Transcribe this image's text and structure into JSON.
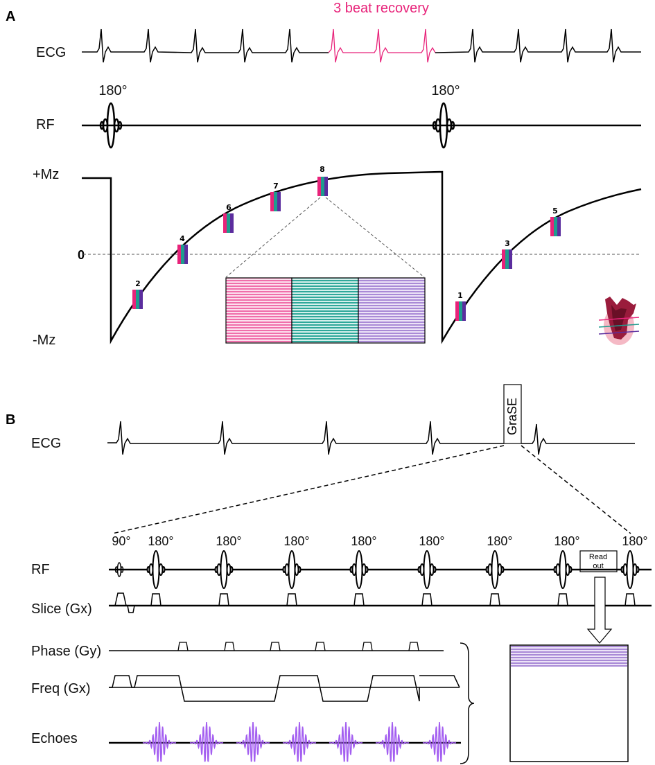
{
  "panel_a": {
    "label": "A",
    "recovery_label": "3 beat recovery",
    "ecg_label": "ECG",
    "rf_label": "RF",
    "flip_angle_1": "180°",
    "flip_angle_2": "180°",
    "mz_pos_label": "+Mz",
    "zero_label": "0",
    "mz_neg_label": "-Mz",
    "acquisitions": [
      {
        "label": "2"
      },
      {
        "label": "4"
      },
      {
        "label": "6"
      },
      {
        "label": "7"
      },
      {
        "label": "8"
      },
      {
        "label": "1"
      },
      {
        "label": "3"
      },
      {
        "label": "5"
      }
    ]
  },
  "panel_b": {
    "label": "B",
    "ecg_label": "ECG",
    "grase_label": "GraSE",
    "excitation_angle": "90°",
    "refocus_angles": [
      "180°",
      "180°",
      "180°",
      "180°",
      "180°",
      "180°",
      "180°",
      "180°"
    ],
    "readout_label_line1": "Read",
    "readout_label_line2": "out",
    "rf_label": "RF",
    "slice_label": "Slice (Gx)",
    "phase_label": "Phase (Gy)",
    "freq_label": "Freq (Gx)",
    "echoes_label": "Echoes"
  },
  "colors": {
    "recovery": "#e8237a",
    "segment_pink": "#e8237a",
    "segment_teal": "#1f9c8e",
    "segment_purple": "#5b2d9e",
    "echo": "#a35ef0",
    "kspace_pink": "#f06eaa",
    "kspace_teal": "#2fa89a",
    "kspace_purple": "#a98ad6"
  }
}
